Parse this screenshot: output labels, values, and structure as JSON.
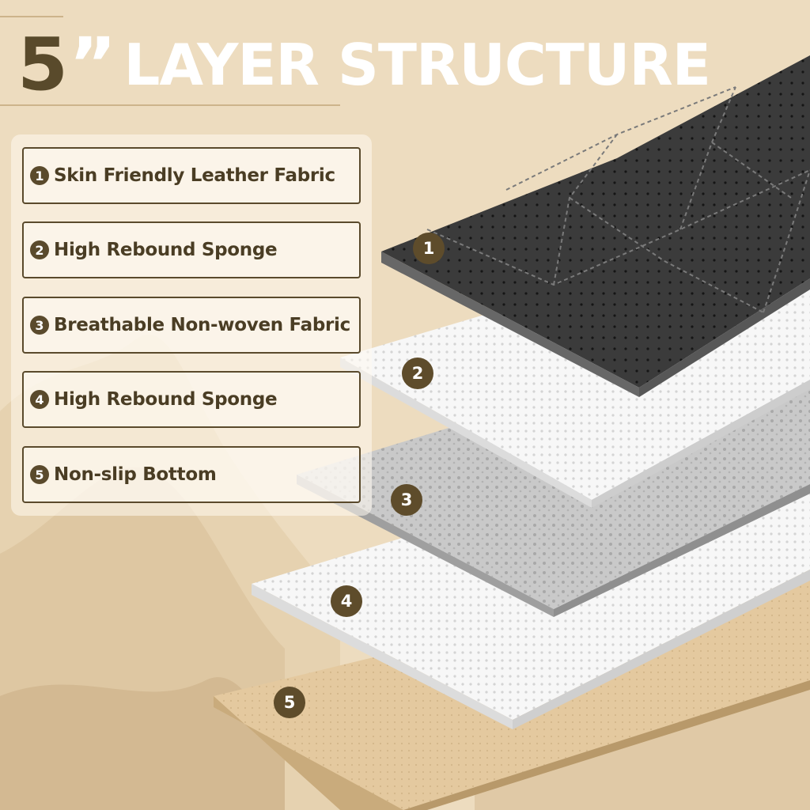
{
  "title": {
    "number": "5",
    "mark": "”",
    "text": "LAYER STRUCTURE"
  },
  "layers": [
    {
      "number": "1",
      "label": "Skin Friendly Leather Fabric"
    },
    {
      "number": "2",
      "label": "High Rebound Sponge"
    },
    {
      "number": "3",
      "label": "Breathable Non-woven Fabric"
    },
    {
      "number": "4",
      "label": "High Rebound Sponge"
    },
    {
      "number": "5",
      "label": "Non-slip Bottom"
    }
  ],
  "colors": {
    "background": "#eddcbf",
    "accent": "#5a4a2c",
    "leather": "#3a3a3a",
    "sponge": "#f6f6f6",
    "nonwoven": "#c8c8c8",
    "bottom": "#e2c79c"
  }
}
